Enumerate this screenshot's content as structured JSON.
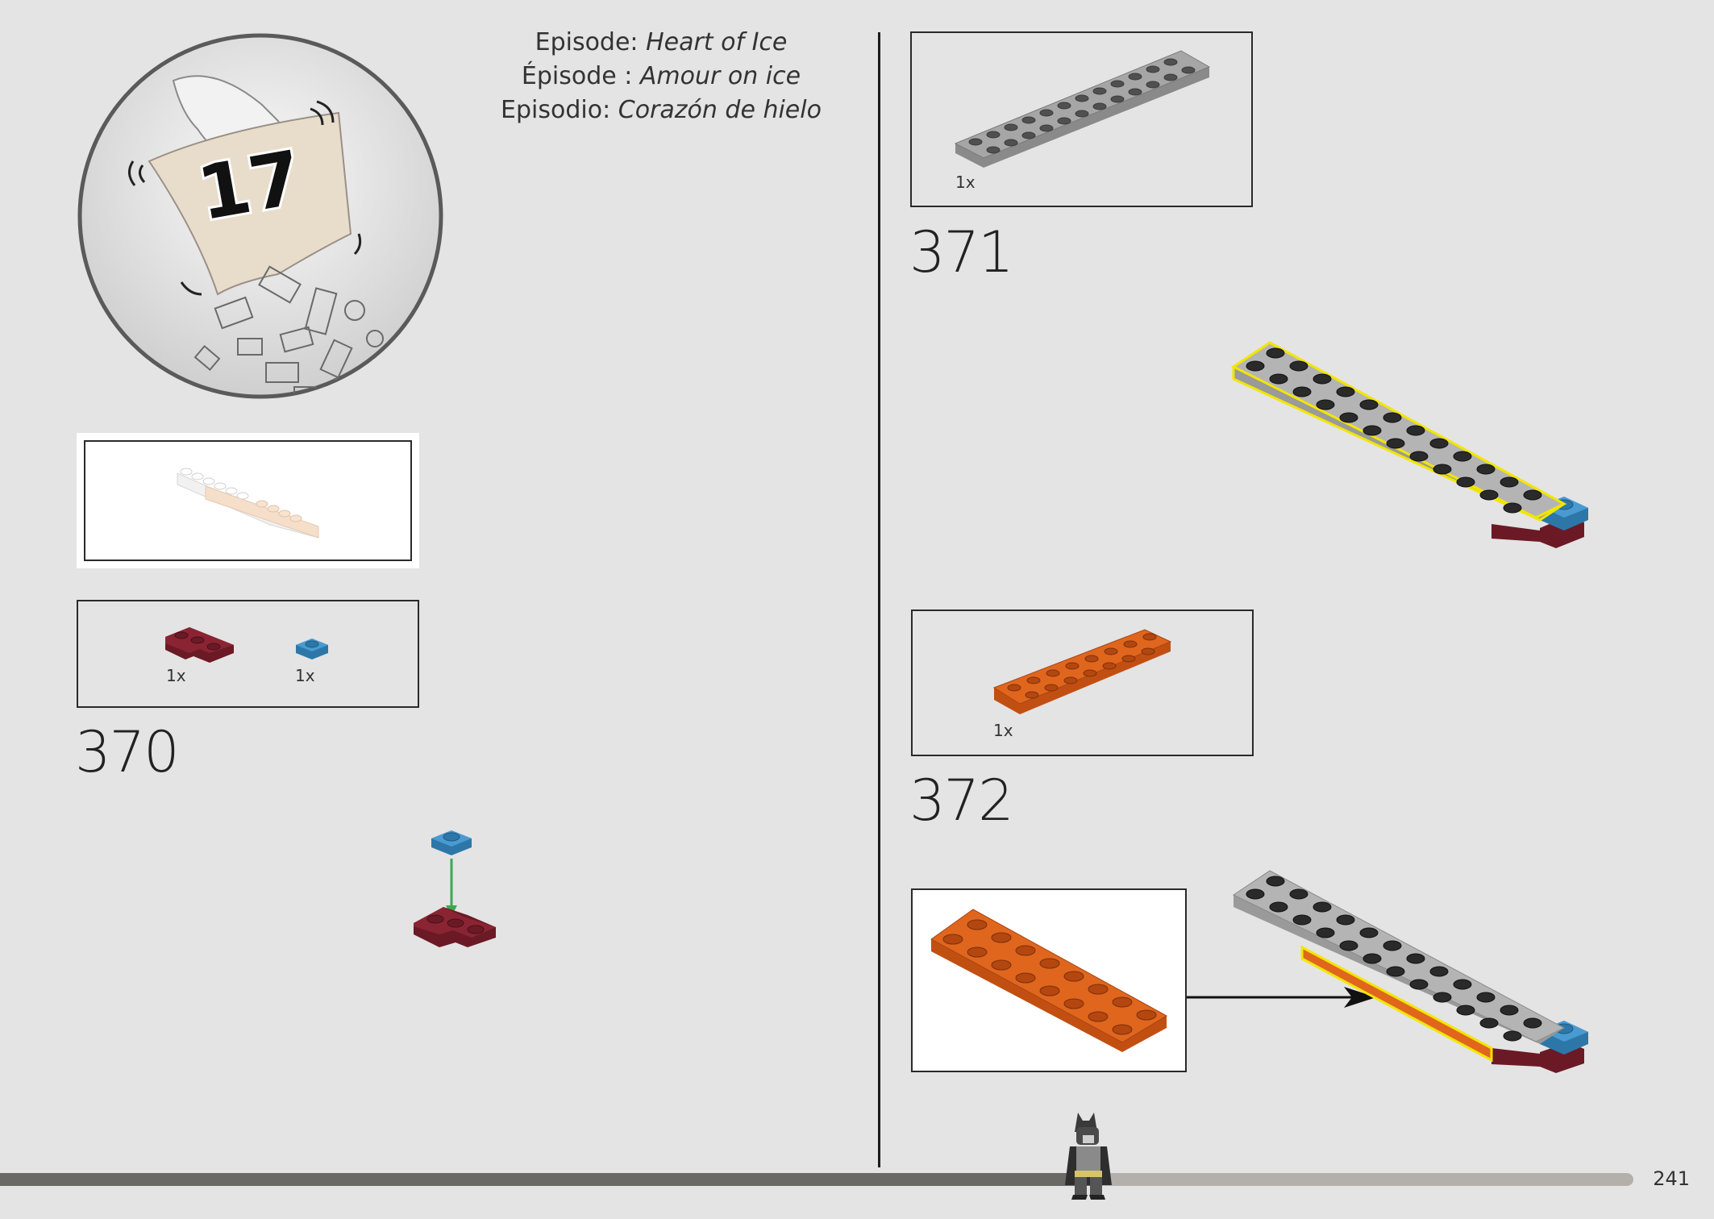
{
  "header": {
    "episodes": [
      {
        "prefix": "Episode: ",
        "title": "Heart of Ice"
      },
      {
        "prefix": "Épisode : ",
        "title": "Amour on ice"
      },
      {
        "prefix": "Episodio: ",
        "title": "Corazón de hielo"
      }
    ]
  },
  "bag": {
    "number": "17"
  },
  "steps": [
    {
      "number": "370",
      "parts": [
        {
          "qty": "1x",
          "color": "#7a1f2b"
        },
        {
          "qty": "1x",
          "color": "#3a8fc8"
        }
      ]
    },
    {
      "number": "371",
      "parts": [
        {
          "qty": "1x",
          "color": "#9e9e9e"
        }
      ]
    },
    {
      "number": "372",
      "parts": [
        {
          "qty": "1x",
          "color": "#e0661e"
        }
      ]
    }
  ],
  "footer": {
    "page_number": "241",
    "progress": 0.67
  },
  "colors": {
    "dark_red": "#7a1f2b",
    "blue": "#3a8fc8",
    "gray": "#9e9e9e",
    "orange": "#e0661e",
    "highlight": "#f2e600"
  }
}
